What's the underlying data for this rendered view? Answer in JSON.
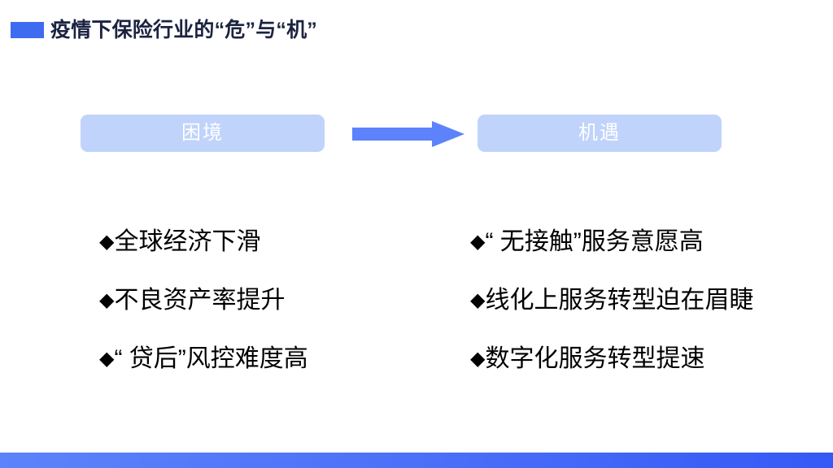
{
  "slide": {
    "title": "疫情下保险行业的“危”与“机”",
    "accent_color": "#3E6BF0",
    "title_color": "#1B2340",
    "background_color": "#FFFFFF"
  },
  "panels": {
    "left": {
      "heading": "困境",
      "heading_bg_color": "#BFD3FB",
      "heading_text_color": "#FFFFFF",
      "bullet_marker": "◆",
      "items": [
        {
          "marker": "◆",
          "text": "全球经济下滑"
        },
        {
          "marker": "◆",
          "text": "不良资产率提升"
        },
        {
          "marker": "◆",
          "text": "“ 贷后”风控难度高"
        }
      ]
    },
    "right": {
      "heading": "机遇",
      "heading_bg_color": "#BFD3FB",
      "heading_text_color": "#FFFFFF",
      "bullet_marker": "◆",
      "items": [
        {
          "marker": "◆",
          "text": "“ 无接触”服务意愿高"
        },
        {
          "marker": "◆",
          "text": "线化上服务转型迫在眉睫"
        },
        {
          "marker": "◆",
          "text": "数字化服务转型提速"
        }
      ]
    }
  },
  "arrow": {
    "direction": "right",
    "color": "#5C83FB"
  },
  "footer": {
    "gradient_from": "#5C83FB",
    "gradient_to": "#3559F5"
  }
}
